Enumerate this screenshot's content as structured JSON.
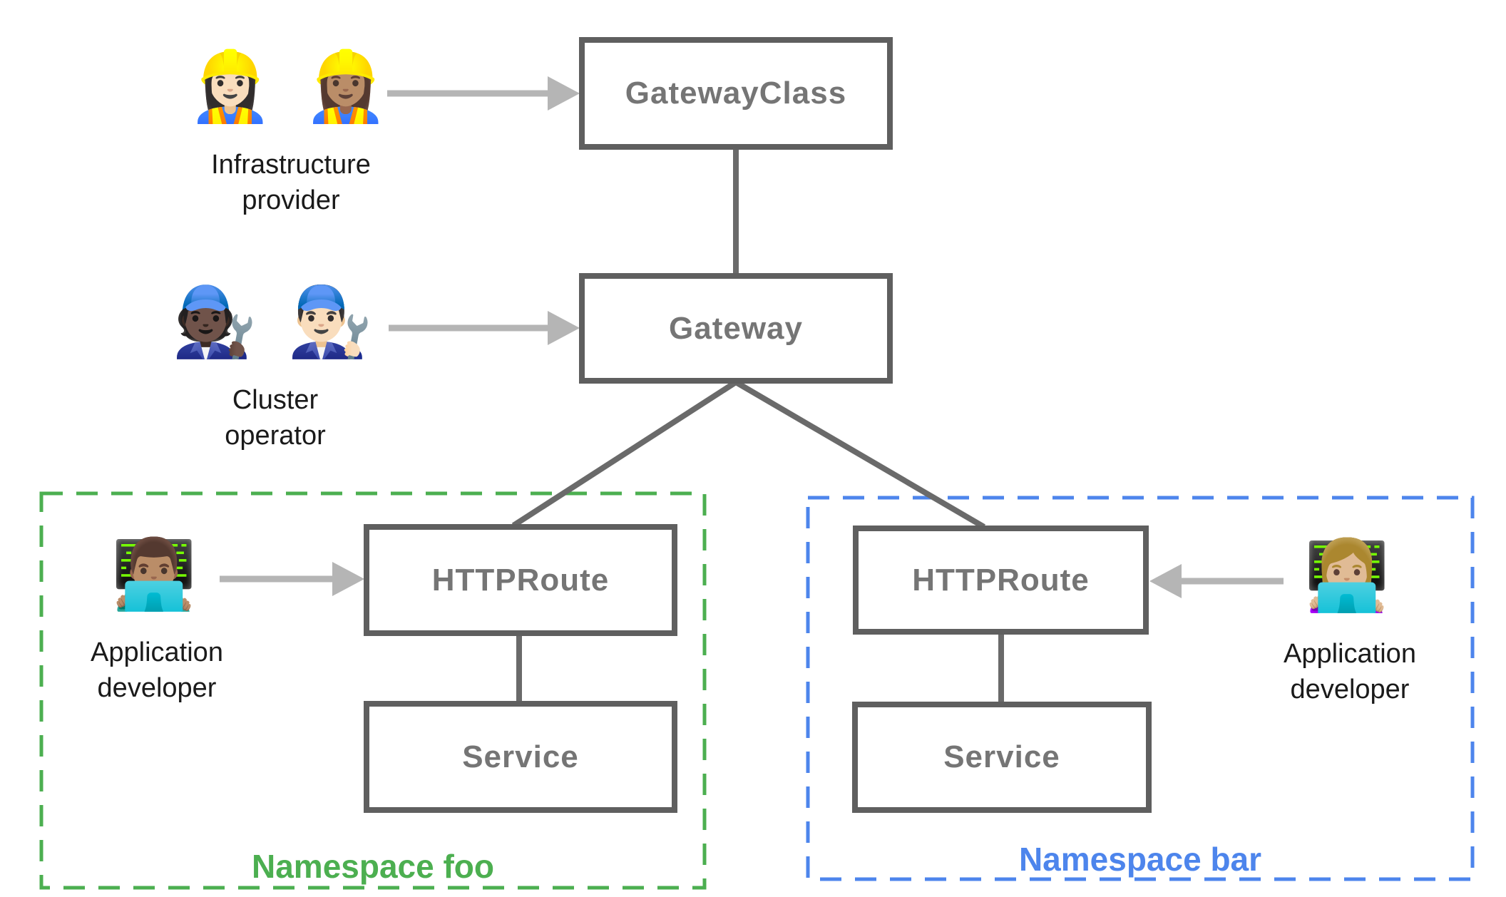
{
  "diagram": {
    "nodes": {
      "gateway_class": {
        "label": "GatewayClass"
      },
      "gateway": {
        "label": "Gateway"
      },
      "httproute_foo": {
        "label": "HTTPRoute"
      },
      "service_foo": {
        "label": "Service"
      },
      "httproute_bar": {
        "label": "HTTPRoute"
      },
      "service_bar": {
        "label": "Service"
      }
    },
    "personas": {
      "infrastructure_provider": {
        "emojis": "👷🏻‍♀️ 👷🏽‍♀️",
        "label": "Infrastructure provider"
      },
      "cluster_operator": {
        "emojis": "🧑🏿‍🔧 👨🏻‍🔧",
        "label": "Cluster operator"
      },
      "application_developer_foo": {
        "emojis": "👨🏽‍💻",
        "label": "Application developer"
      },
      "application_developer_bar": {
        "emojis": "👩🏼‍💻",
        "label": "Application developer"
      }
    },
    "namespaces": {
      "foo": {
        "label": "Namespace foo",
        "color": "#4caf50"
      },
      "bar": {
        "label": "Namespace bar",
        "color": "#4d85ec"
      }
    },
    "colors": {
      "box_border": "#5f5f5f",
      "box_label": "#757575",
      "connector": "#6a6a6a",
      "arrow": "#b5b5b5",
      "persona_label": "#1a1a1a",
      "background": "#ffffff"
    }
  }
}
